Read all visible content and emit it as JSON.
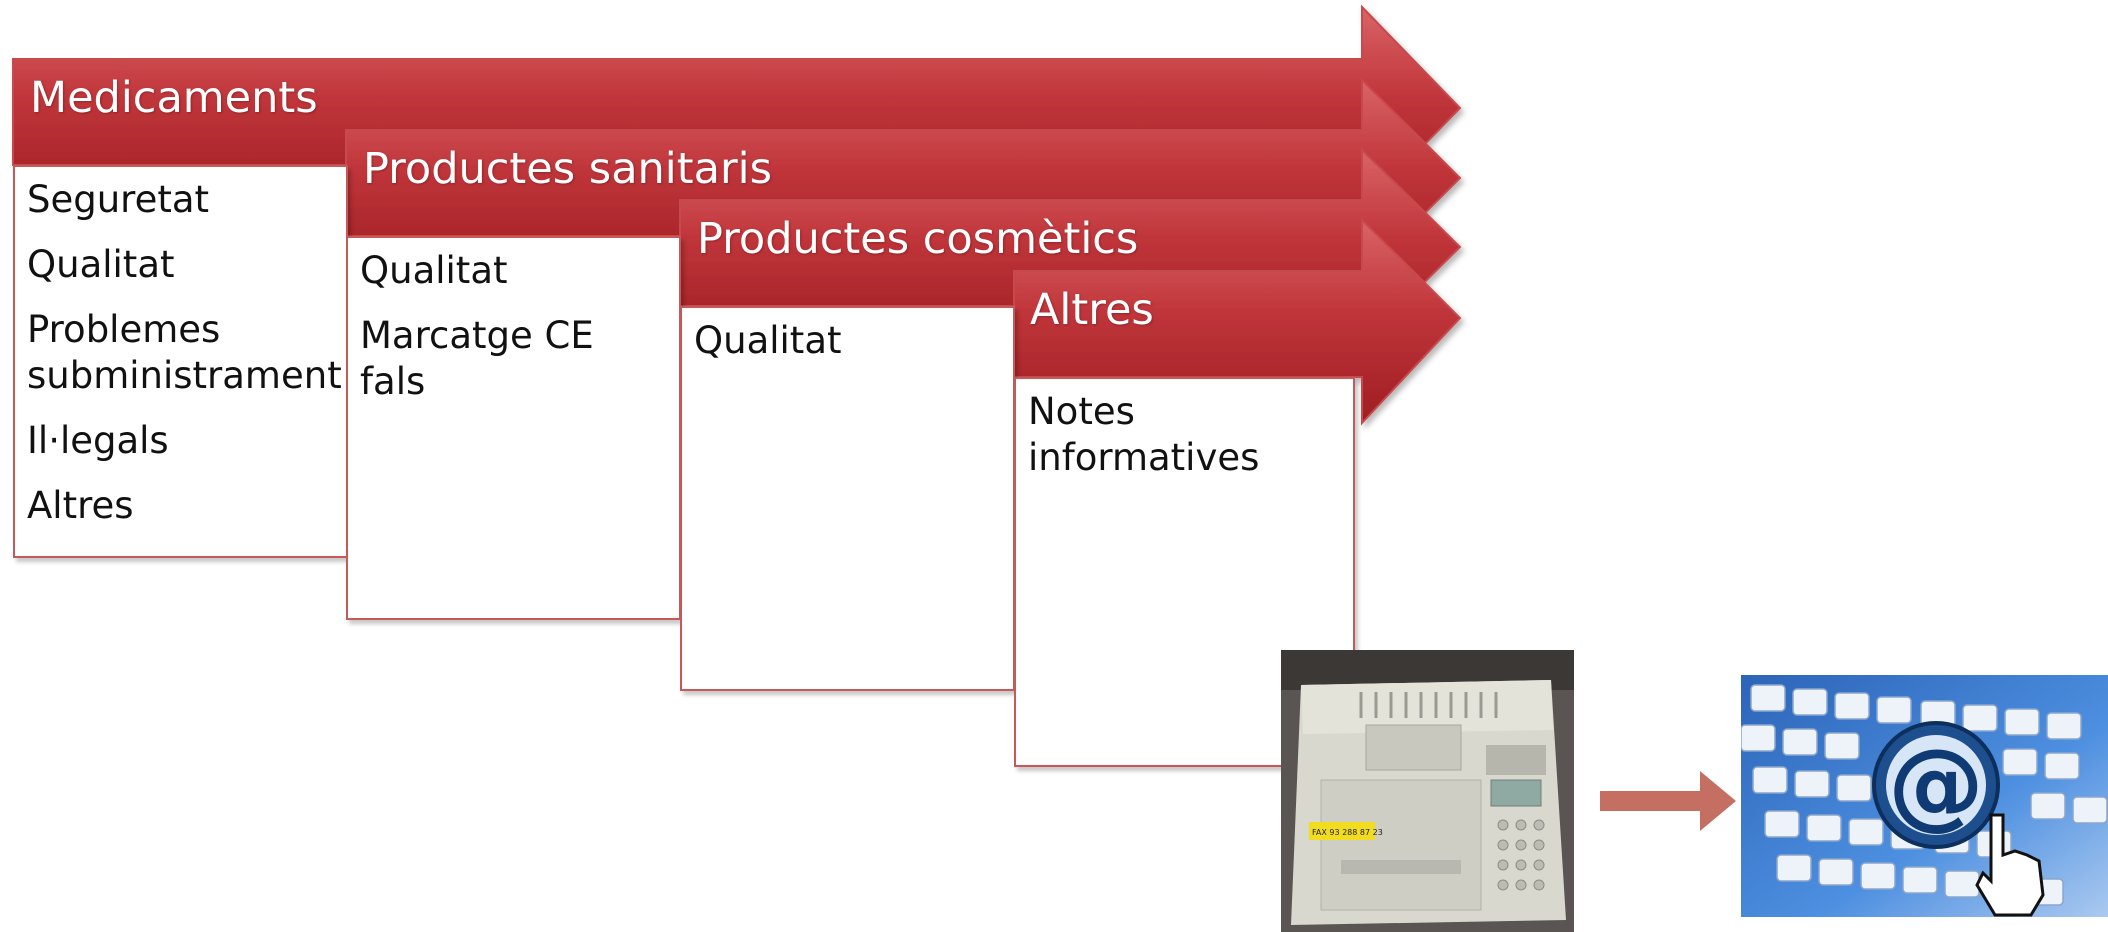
{
  "categories": [
    {
      "header": "Medicaments",
      "items": [
        "Seguretat",
        "Qualitat",
        "Problemes subministrament",
        "Il·legals",
        "Altres"
      ]
    },
    {
      "header": "Productes sanitaris",
      "items": [
        "Qualitat",
        "Marcatge CE fals"
      ]
    },
    {
      "header": "Productes cosmètics",
      "items": [
        "Qualitat"
      ]
    },
    {
      "header": "Altres",
      "items": [
        "Notes informatives"
      ]
    }
  ],
  "fax": {
    "label": "FAX 93 288 87 23"
  },
  "email": {
    "icon": "at-sign-icon"
  },
  "colors": {
    "arrow_fill": "#b8282b",
    "arrow_highlight": "#d96466",
    "box_border": "#c8595a",
    "transition_arrow": "#c56f63",
    "email_bg": "#3f7fd0"
  }
}
